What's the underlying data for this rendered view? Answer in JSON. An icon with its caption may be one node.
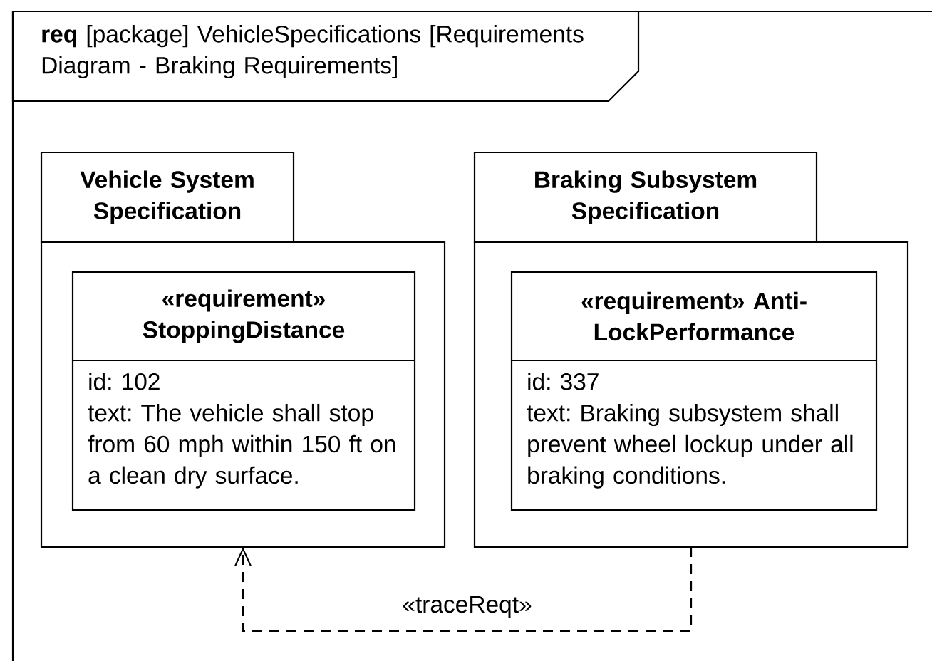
{
  "diagram": {
    "nodes": [
      {
        "text": [
          "**req** [package] VehicleSpecifications [Requirements Diagram - Braking Requirements]"
        ]
      },
      {
        "text": [
          "Vehicle System Specification"
        ],
        "in": 0
      },
      {
        "text": [
          "«requirement» StoppingDistance",
          "id: 102",
          "text: The vehicle shall stop from 60 mph within 150 ft on a clean dry surface."
        ],
        "in": 1
      },
      {
        "text": [
          "Braking Subsystem Specification"
        ],
        "in": 0
      },
      {
        "text": [
          "«requirement» Anti-LockPerformance",
          "id: 337",
          "text: Braking subsystem shall prevent wheel lockup under all braking conditions."
        ],
        "in": 3
      }
    ],
    "edges": [
      {
        "from": 3,
        "to": 1,
        "arrow": "to",
        "style": "dashed",
        "label": "«traceReqt»"
      }
    ]
  }
}
